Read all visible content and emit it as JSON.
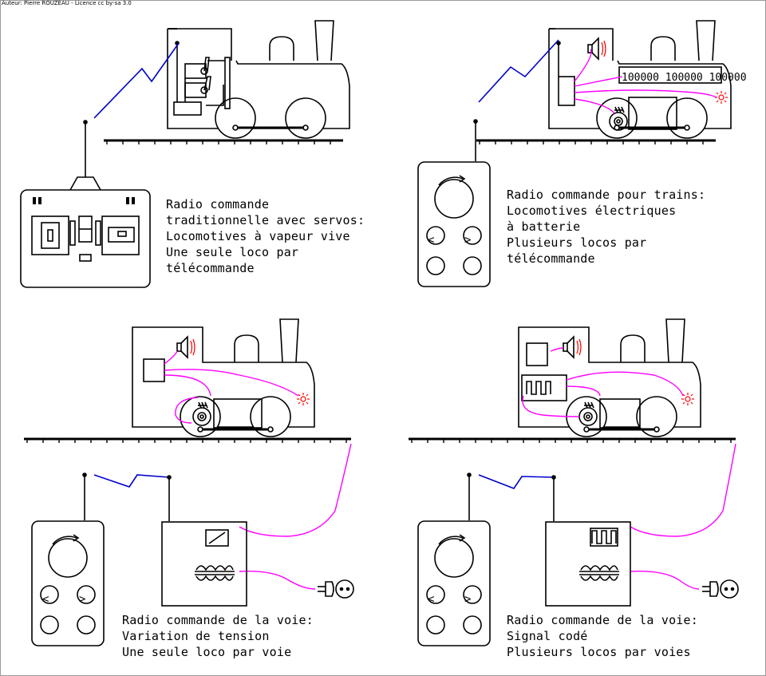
{
  "author_credit": "Auteur: Pierre ROUZEAU - Licence cc by-sa 3.0",
  "panels": [
    {
      "id": "traditional-servo",
      "caption": [
        "Radio commande",
        "traditionnelle avec servos:",
        "Locomotives à vapeur vive",
        "Une seule loco par",
        "télécommande"
      ]
    },
    {
      "id": "train-radio",
      "caption": [
        "Radio commande pour trains:",
        "Locomotives électriques",
        "à batterie",
        "Plusieurs locos par",
        "télécommande"
      ],
      "decoder_label": "100000 100000 100000"
    },
    {
      "id": "track-voltage",
      "caption": [
        "Radio commande de la voie:",
        "Variation de tension",
        "Une seule loco par voie"
      ]
    },
    {
      "id": "track-coded",
      "caption": [
        "Radio commande de la voie:",
        "Signal codé",
        "Plusieurs locos par voies"
      ]
    }
  ],
  "colors": {
    "line": "#000000",
    "radio_wave": "#0000cc",
    "wire": "#ff00ff",
    "lamp": "#ff0000",
    "speaker_waves": "#ff0000"
  },
  "remote_buttons": {
    "left": "<",
    "right": ">"
  }
}
